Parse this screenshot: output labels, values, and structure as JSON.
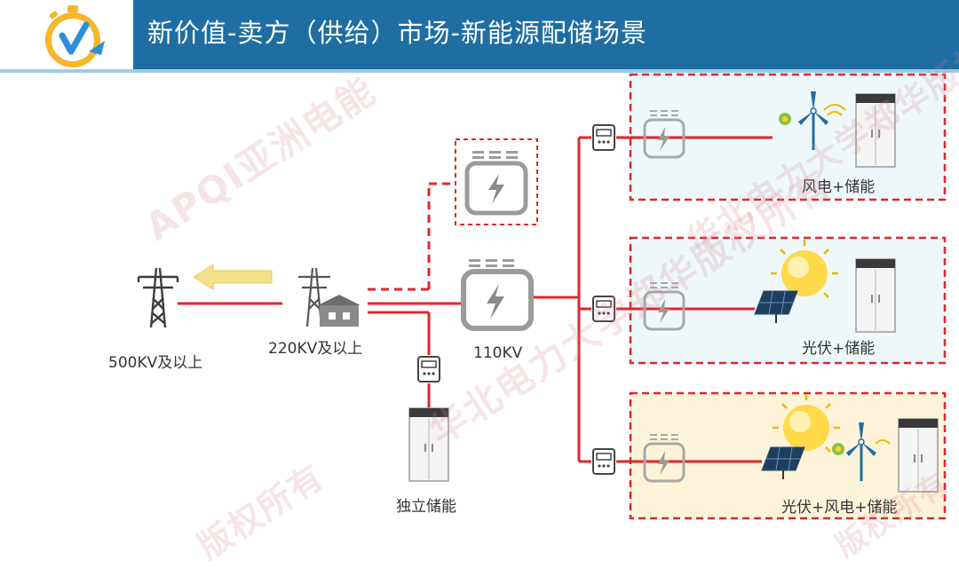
{
  "header": {
    "title": "新价值-卖方（供给）市场-新能源配储场景"
  },
  "nodes": {
    "grid_500": "500KV及以上",
    "grid_220": "220KV及以上",
    "sub_110": "110KV",
    "standalone_storage": "独立储能"
  },
  "scenarios": [
    {
      "label": "风电+储能"
    },
    {
      "label": "光伏+储能"
    },
    {
      "label": "光伏+风电+储能"
    }
  ],
  "watermarks": [
    "APQI亚洲电能",
    "华北电力大学郑华版权所有",
    "华北电力大学郑华版权所有",
    "版权所有",
    "版权所有"
  ],
  "colors": {
    "header": "#1f6ea3",
    "line": "#e0262b",
    "arrow": "#f3e08a",
    "box_blue": "#eef8fa",
    "box_yellow": "#fdf3d8"
  }
}
